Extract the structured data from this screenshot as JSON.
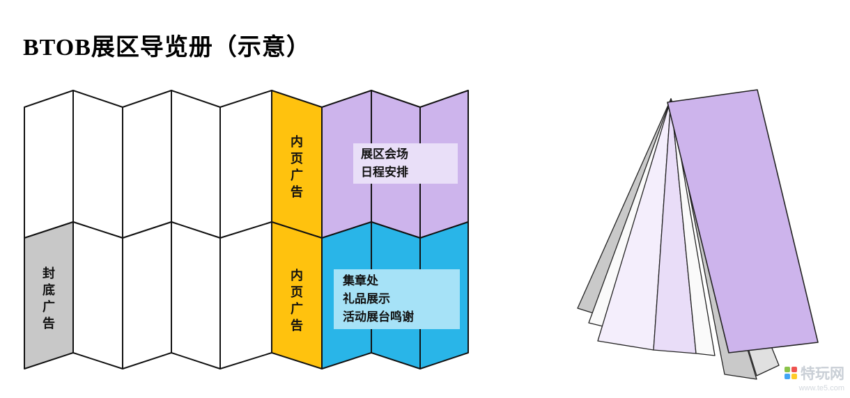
{
  "title": "BTOB展区导览册（示意）",
  "booklet": {
    "back_cover_label": "封底广告",
    "inner_ad_top_label": "内页广告",
    "inner_ad_bottom_label": "内页广告",
    "purple_section": {
      "line1": "展区会场",
      "line2": "日程安排"
    },
    "blue_section": {
      "line1": "集章处",
      "line2": "礼品展示",
      "line3": "活动展台鸣谢"
    }
  },
  "watermark": {
    "site_name": "特玩网",
    "site_url": "www.te5.com"
  },
  "colors": {
    "white": "#ffffff",
    "yellow": "#FFC20E",
    "purple": "#CDB4EC",
    "purple_label_bg": "#E9DFF8",
    "blue": "#29B5E8",
    "blue_label_bg": "#A6E2F7",
    "gray": "#C8C8C8",
    "leaf_gray": "#C9C9C9",
    "leaf_gray_light": "#E0E0E0",
    "leaf_white": "#FAFAFA",
    "leaf_pale": "#F4EEFC",
    "leaf_pale_dark": "#E9DDF8"
  }
}
